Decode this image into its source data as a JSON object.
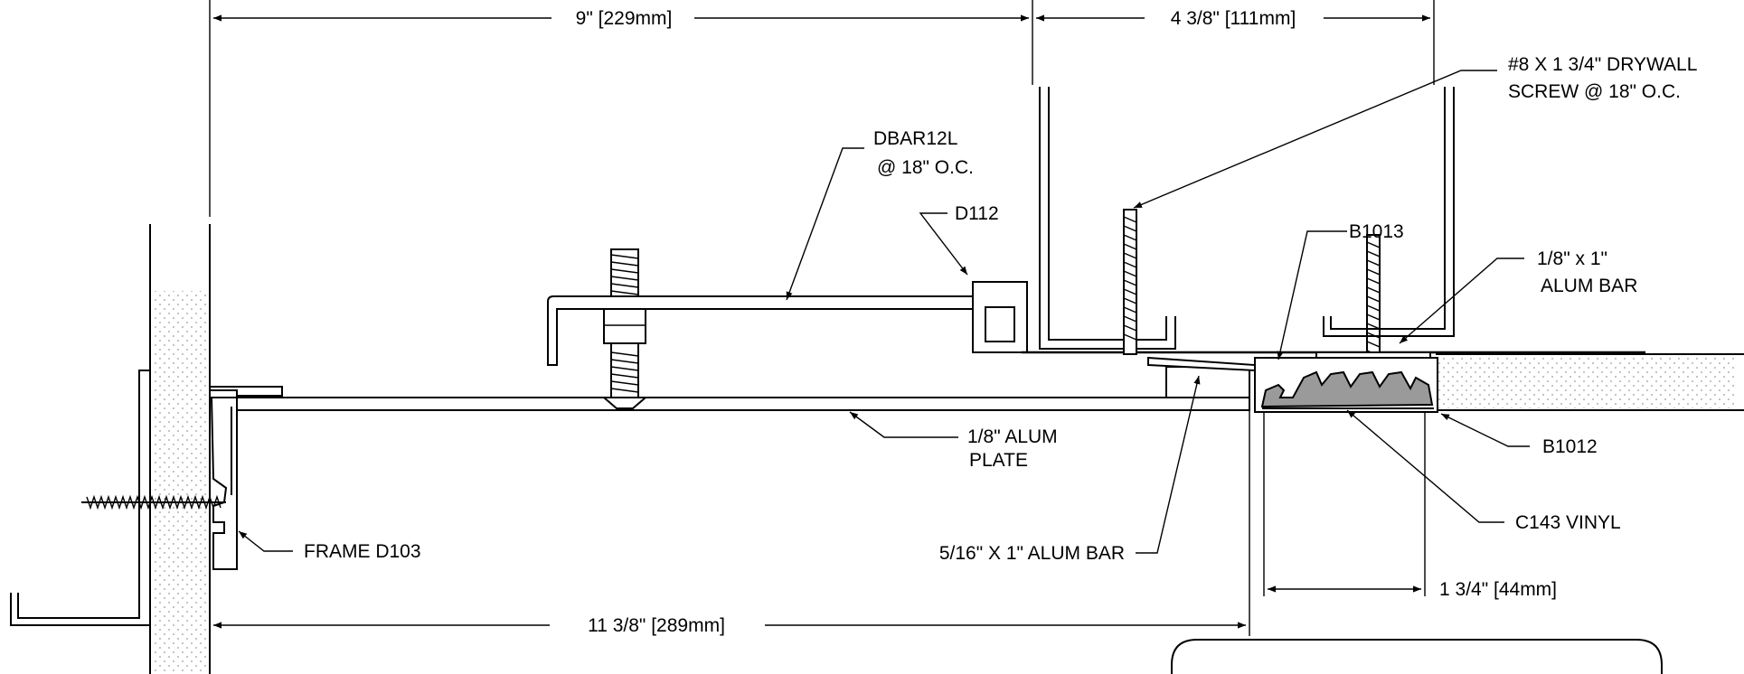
{
  "dimensions": {
    "top_left": "9\" [229mm]",
    "top_right": "4 3/8\" [111mm]",
    "bottom_overall": "11 3/8\" [289mm]",
    "bottom_right": "1 3/4\" [44mm]"
  },
  "callouts": {
    "drywall_screw_line1": "#8 X 1 3/4\" DRYWALL",
    "drywall_screw_line2": "SCREW @ 18\" O.C.",
    "dbar_line1": "DBAR12L",
    "dbar_line2": "@ 18\" O.C.",
    "d112": "D112",
    "b1013": "B1013",
    "alum_bar_small_line1": "1/8\" x 1\"",
    "alum_bar_small_line2": "ALUM BAR",
    "plate_line1": "1/8\" ALUM",
    "plate_line2": "PLATE",
    "b1012": "B1012",
    "frame": "FRAME D103",
    "alum_bar_large": "5/16\" X 1\" ALUM BAR",
    "vinyl": "C143 VINYL"
  },
  "colors": {
    "line": "#000000",
    "vinyl_fill": "#9a9a9a",
    "insulation_dots": "#9a9a9a",
    "background": "#ffffff"
  }
}
